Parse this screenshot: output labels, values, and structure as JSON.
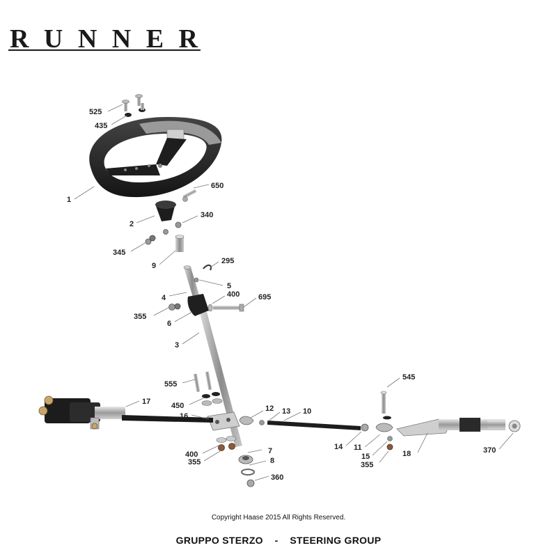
{
  "brand": {
    "logo_text": "RUNNER"
  },
  "copyright": "Copyright Haase 2015  All Rights Reserved.",
  "footer": {
    "italian": "GRUPPO STERZO",
    "separator": "-",
    "english": "STEERING GROUP"
  },
  "part_labels": {
    "p525": "525",
    "p435": "435",
    "p1": "1",
    "p650": "650",
    "p2": "2",
    "p340": "340",
    "p345": "345",
    "p9": "9",
    "p295": "295",
    "p5": "5",
    "p4": "4",
    "p400a": "400",
    "p695": "695",
    "p355a": "355",
    "p6": "6",
    "p3": "3",
    "p555": "555",
    "p450": "450",
    "p16": "16",
    "p17": "17",
    "p12": "12",
    "p13": "13",
    "p10": "10",
    "p545": "545",
    "p14": "14",
    "p11": "11",
    "p15": "15",
    "p355b": "355",
    "p18": "18",
    "p370": "370",
    "p400b": "400",
    "p355c": "355",
    "p7": "7",
    "p8": "8",
    "p360": "360"
  }
}
